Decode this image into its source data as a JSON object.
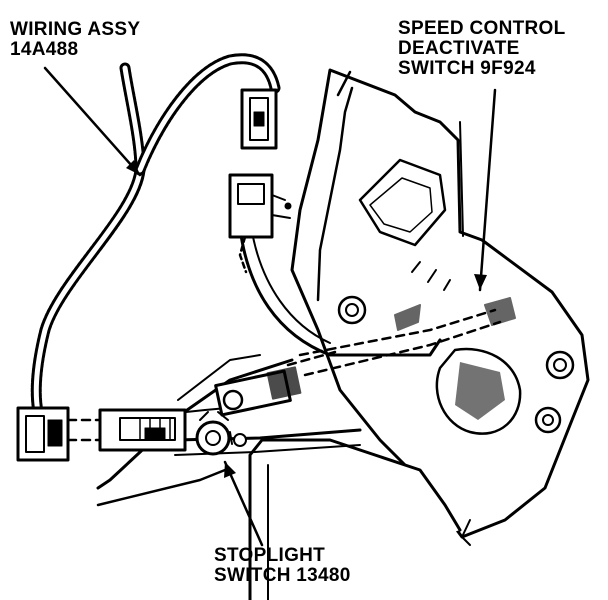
{
  "labels": {
    "wiring_assy": {
      "line1": "WIRING ASSY",
      "line2": "14A488"
    },
    "speed_control_switch": {
      "line1": "SPEED CONTROL",
      "line2": "DEACTIVATE",
      "line3": "SWITCH 9F924"
    },
    "stoplight_switch": {
      "line1": "STOPLIGHT",
      "line2": "SWITCH 13480"
    }
  },
  "colors": {
    "ink": "#000000",
    "paper": "#ffffff"
  }
}
